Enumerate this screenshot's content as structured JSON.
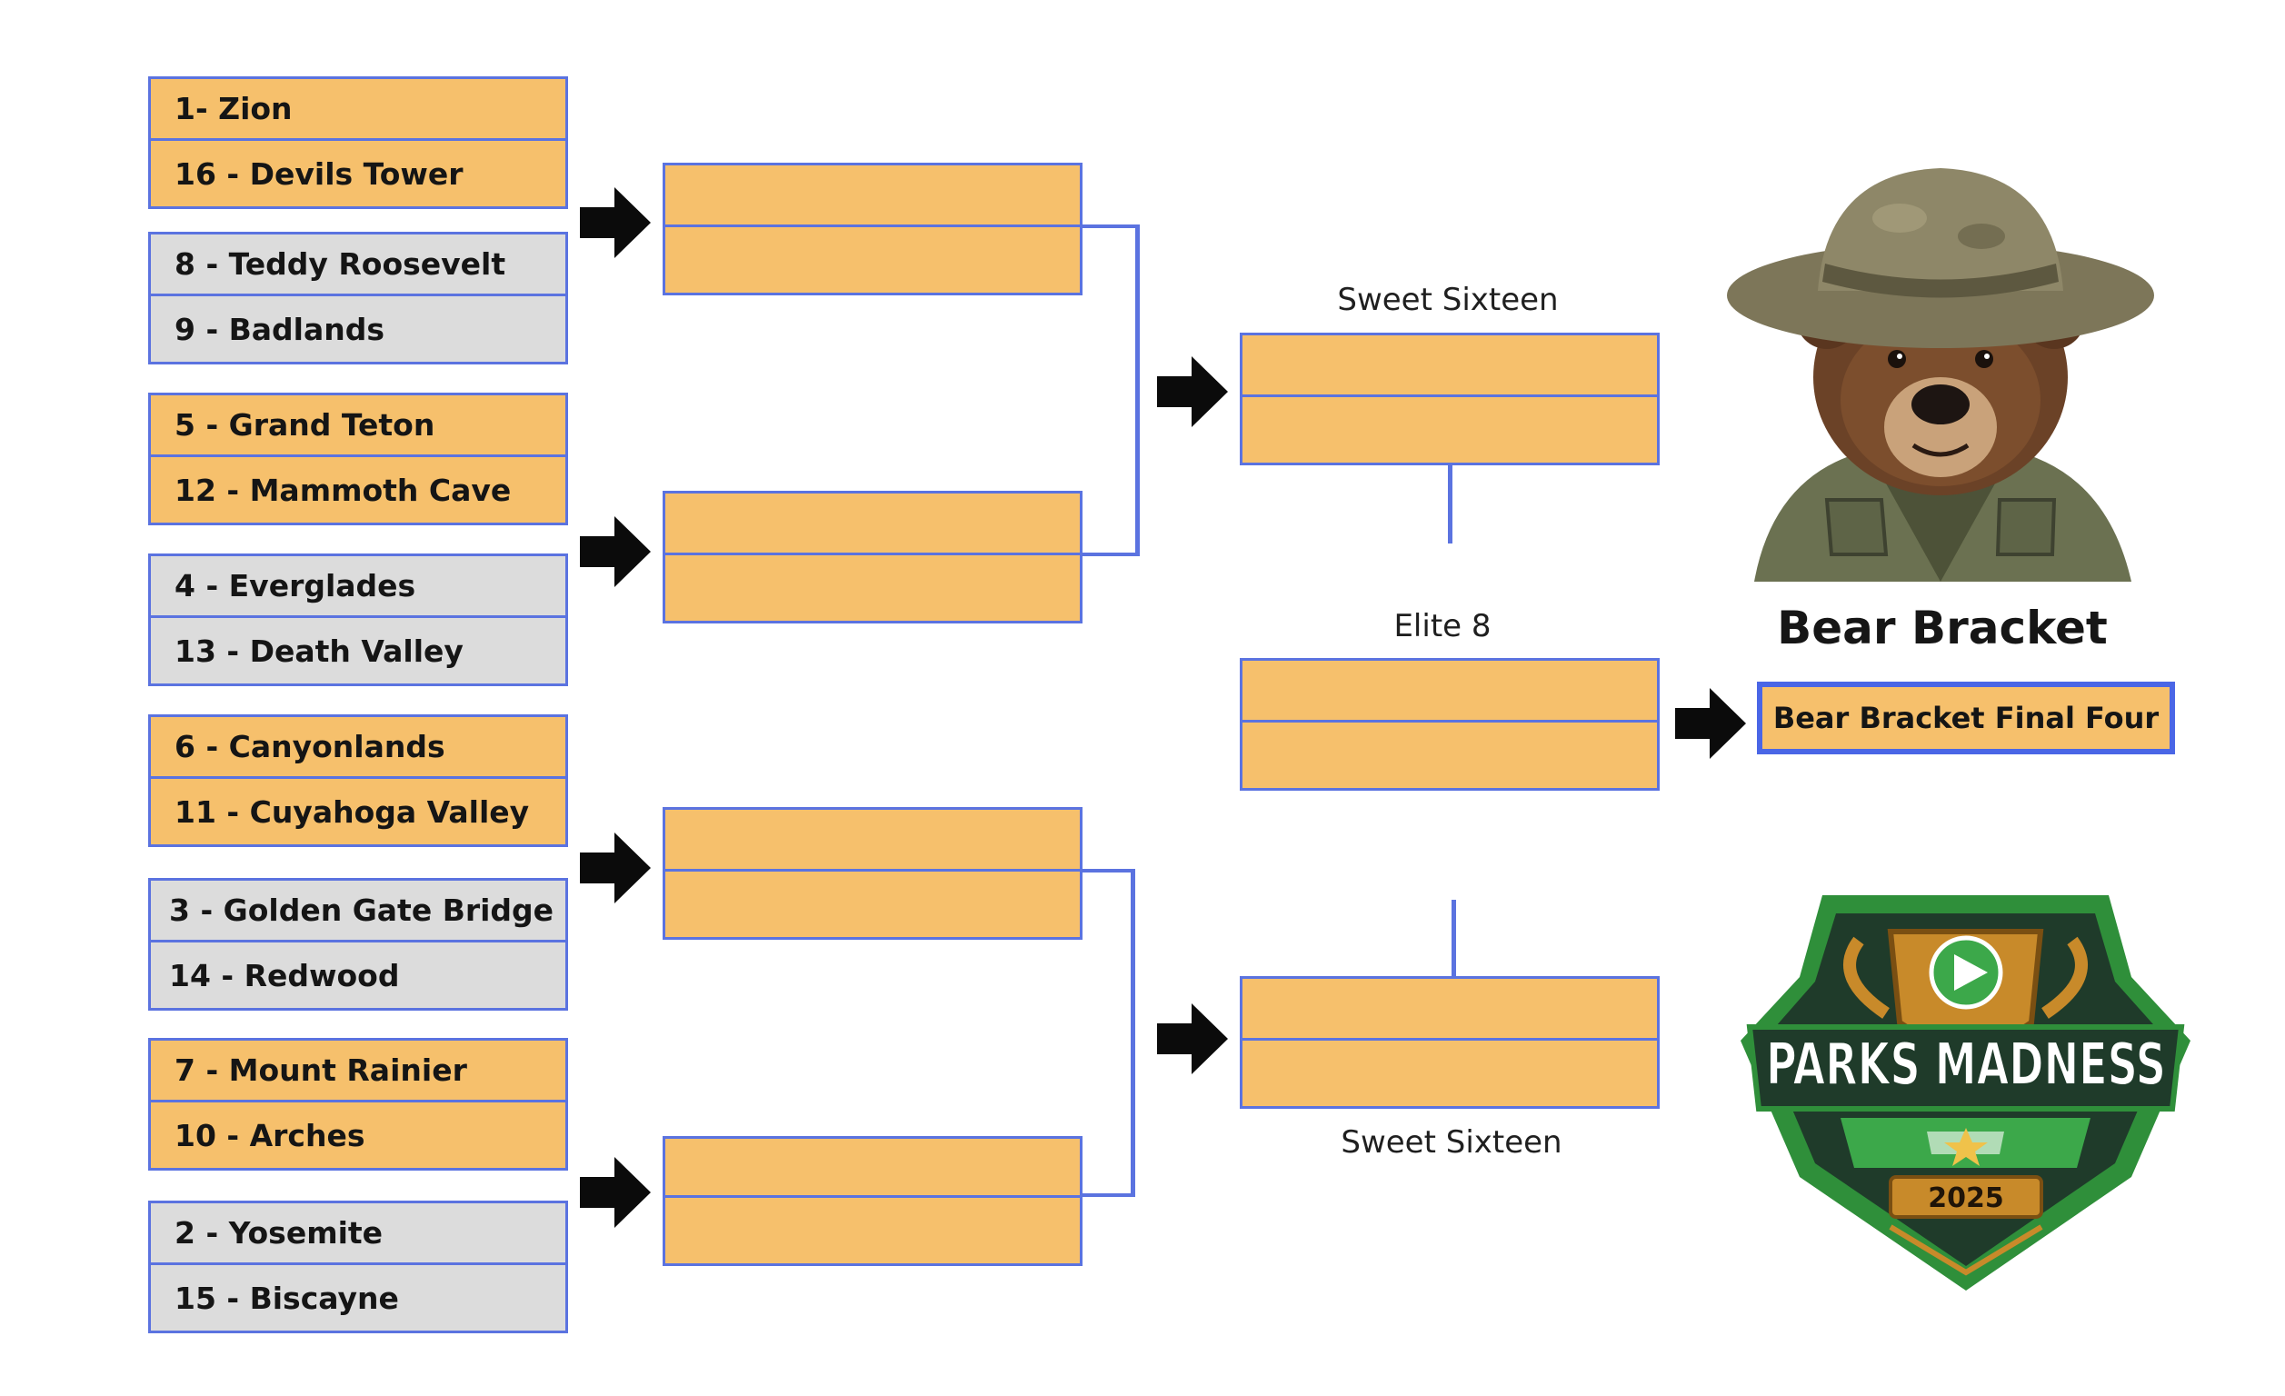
{
  "round1": {
    "matchups": [
      {
        "top": "1- Zion",
        "bottom": "16 - Devils Tower",
        "color": "orange"
      },
      {
        "top": "8 - Teddy Roosevelt",
        "bottom": "9 - Badlands",
        "color": "gray"
      },
      {
        "top": "5 - Grand Teton",
        "bottom": "12 - Mammoth Cave",
        "color": "orange"
      },
      {
        "top": "4 - Everglades",
        "bottom": "13 - Death Valley",
        "color": "gray"
      },
      {
        "top": "6 - Canyonlands",
        "bottom": "11 - Cuyahoga Valley",
        "color": "orange"
      },
      {
        "top": "3 - Golden Gate Bridge",
        "bottom": "14 - Redwood",
        "color": "gray"
      },
      {
        "top": "7 - Mount Rainier",
        "bottom": "10 - Arches",
        "color": "orange"
      },
      {
        "top": "2 - Yosemite",
        "bottom": "15 - Biscayne",
        "color": "gray"
      }
    ]
  },
  "labels": {
    "sweet_sixteen_top": "Sweet Sixteen",
    "elite_8": "Elite 8",
    "sweet_sixteen_bottom": "Sweet Sixteen"
  },
  "brand": {
    "title": "Bear Bracket",
    "final_four": "Bear Bracket Final Four",
    "logo_text": "PARKS MADNESS",
    "logo_year": "2025"
  },
  "icons": [
    "arrow-right-icon",
    "bear-illustration",
    "parks-madness-logo"
  ],
  "colors": {
    "orange": "#f6c06c",
    "gray": "#dcdcdc",
    "line": "#5b73e0",
    "final_border": "#4a66e6",
    "logo_green": "#2f8f3a",
    "logo_dark": "#1f3b2a",
    "logo_gold": "#c88a2a"
  }
}
